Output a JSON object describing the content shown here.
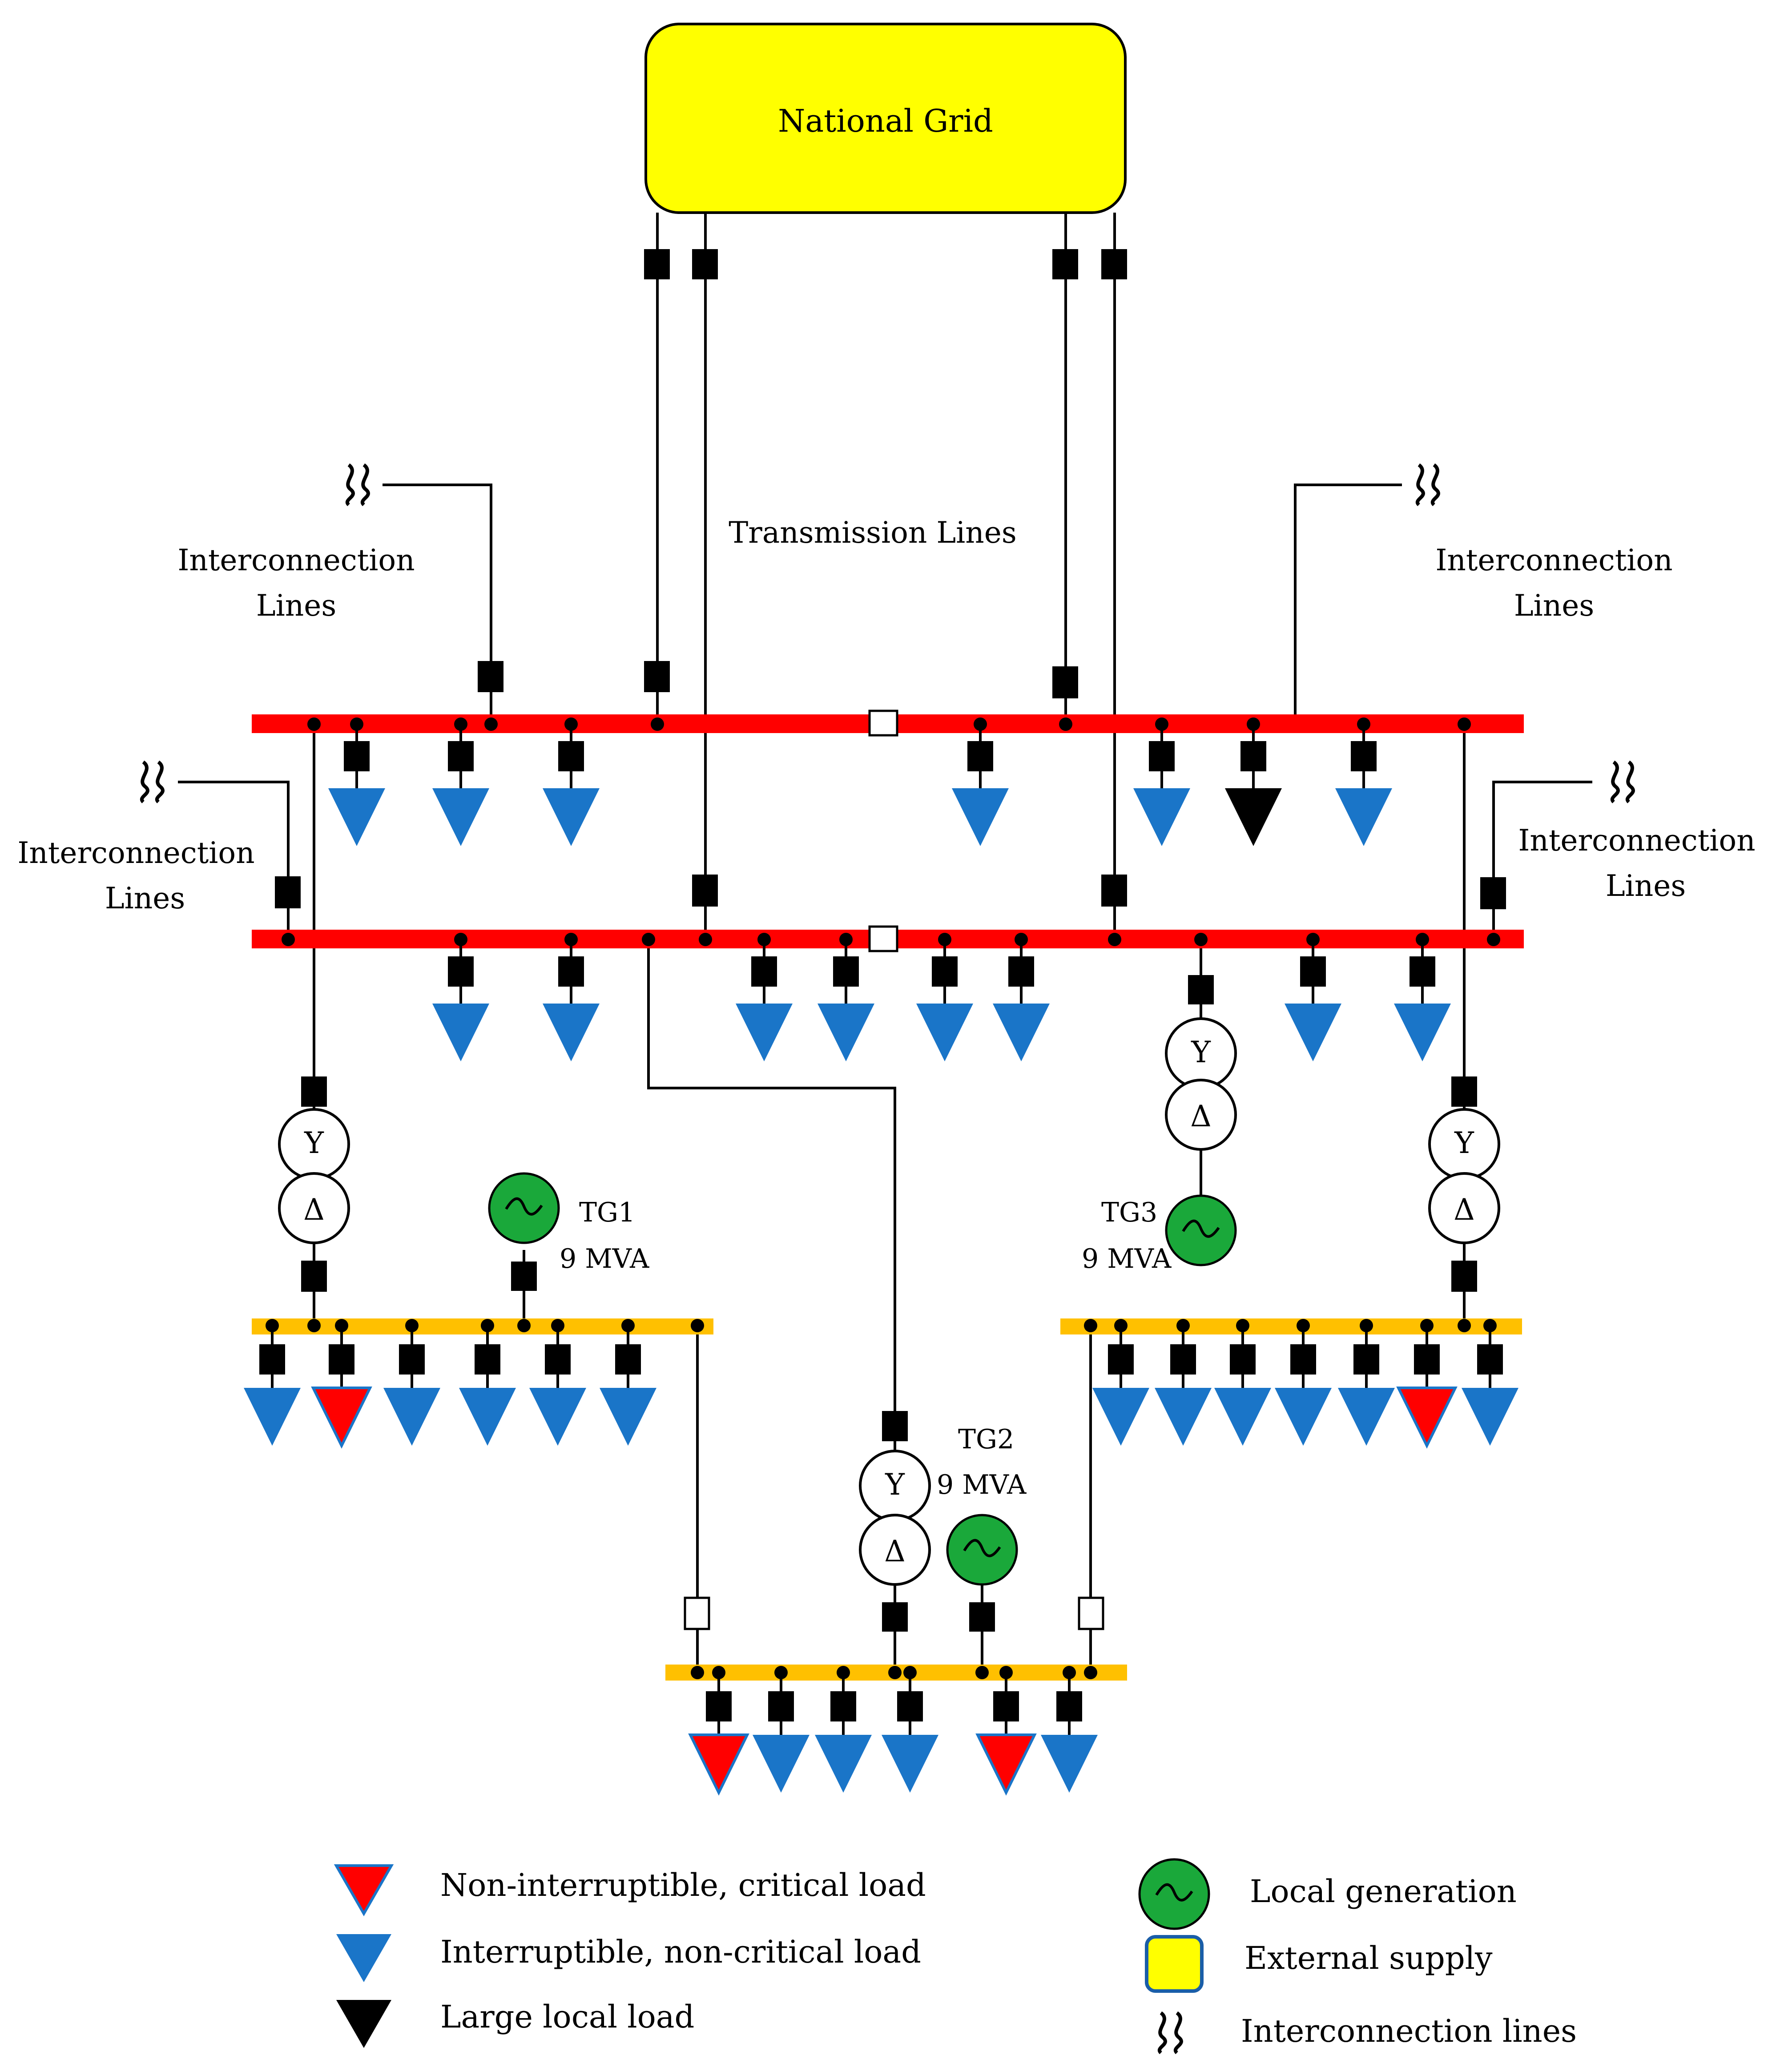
{
  "national_grid": {
    "label": "National Grid"
  },
  "labels": {
    "transmission_lines": "Transmission Lines",
    "interconnection_1": "Interconnection",
    "interconnection_2": "Lines"
  },
  "generators": {
    "tg1": {
      "name": "TG1",
      "rating": "9 MVA"
    },
    "tg2": {
      "name": "TG2",
      "rating": "9 MVA"
    },
    "tg3": {
      "name": "TG3",
      "rating": "9 MVA"
    }
  },
  "transformer_symbols": {
    "primary": "Y",
    "secondary": "Δ"
  },
  "legend": {
    "critical_load": "Non-interruptible, critical load",
    "noncritical_load": "Interruptible, non-critical load",
    "large_load": "Large local load",
    "local_generation": "Local generation",
    "external_supply": "External supply",
    "interconnection": "Interconnection lines"
  },
  "colors": {
    "national_grid": "#ffff00",
    "main_bus": "#ff0000",
    "distribution_bus": "#ffc000",
    "critical_load": "#ff0000",
    "noncritical_load": "#1a75c8",
    "large_load": "#000000",
    "generator": "#1aa83a"
  }
}
